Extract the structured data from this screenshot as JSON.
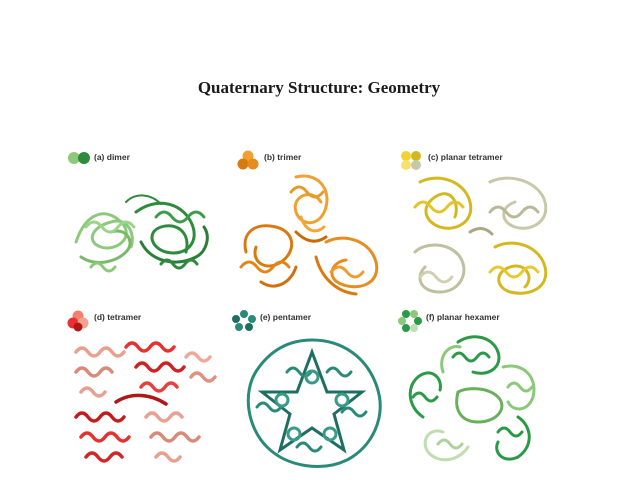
{
  "title": "Quaternary Structure: Geometry",
  "panels": [
    {
      "label": "(a) dimer",
      "colors": [
        "#8cc97a",
        "#2e8b3e"
      ]
    },
    {
      "label": "(b) trimer",
      "colors": [
        "#f0a030",
        "#d97a10"
      ]
    },
    {
      "label": "(c) planar tetramer",
      "colors": [
        "#f2d230",
        "#d4b820",
        "#c8c8a8"
      ]
    },
    {
      "label": "(d) tetramer",
      "colors": [
        "#e83030",
        "#f08070",
        "#b01818"
      ]
    },
    {
      "label": "(e) pentamer",
      "colors": [
        "#2a8a7a",
        "#1f6e62"
      ]
    },
    {
      "label": "(f) planar hexamer",
      "colors": [
        "#2a9a48",
        "#8cc87a",
        "#c0ddb0"
      ]
    }
  ]
}
